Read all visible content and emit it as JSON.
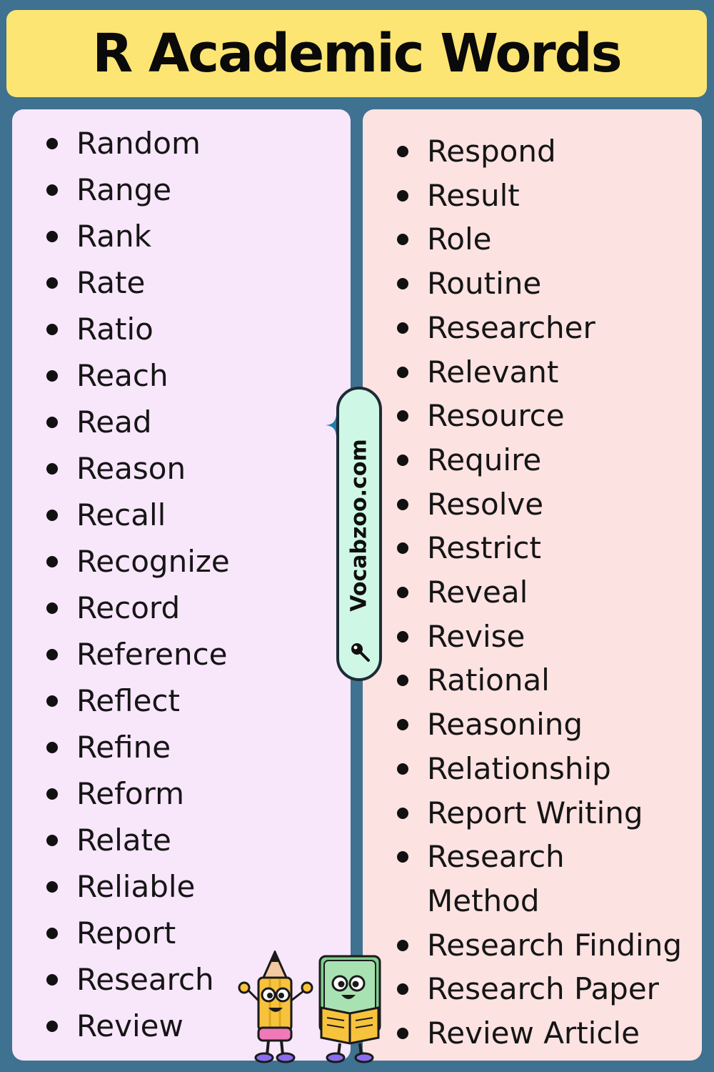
{
  "title": "R Academic Words",
  "watermark": "Vocabzoo.com",
  "left_words": [
    "Random",
    "Range",
    "Rank",
    "Rate",
    "Ratio",
    "Reach",
    "Read",
    "Reason",
    "Recall",
    "Recognize",
    "Record",
    "Reference",
    "Reflect",
    "Refine",
    "Reform",
    "Relate",
    "Reliable",
    "Report",
    "Research",
    "Review"
  ],
  "right_words": [
    "Respond",
    "Result",
    "Role",
    "Routine",
    "Researcher",
    "Relevant",
    "Resource",
    "Require",
    "Resolve",
    "Restrict",
    "Reveal",
    "Revise",
    "Rational",
    "Reasoning",
    "Relationship",
    "Report Writing",
    "Research Method",
    "Research Finding",
    "Research Paper",
    "Review Article"
  ],
  "icons": {
    "search": "search-icon",
    "sparkle": "sparkle-icon",
    "pencil": "pencil-mascot-icon",
    "book": "book-mascot-icon"
  },
  "colors": {
    "background": "#3f7190",
    "title_bar": "#fde574",
    "left_panel": "#f8e6fb",
    "right_panel": "#fde2e2",
    "pill": "#cff7e6"
  }
}
